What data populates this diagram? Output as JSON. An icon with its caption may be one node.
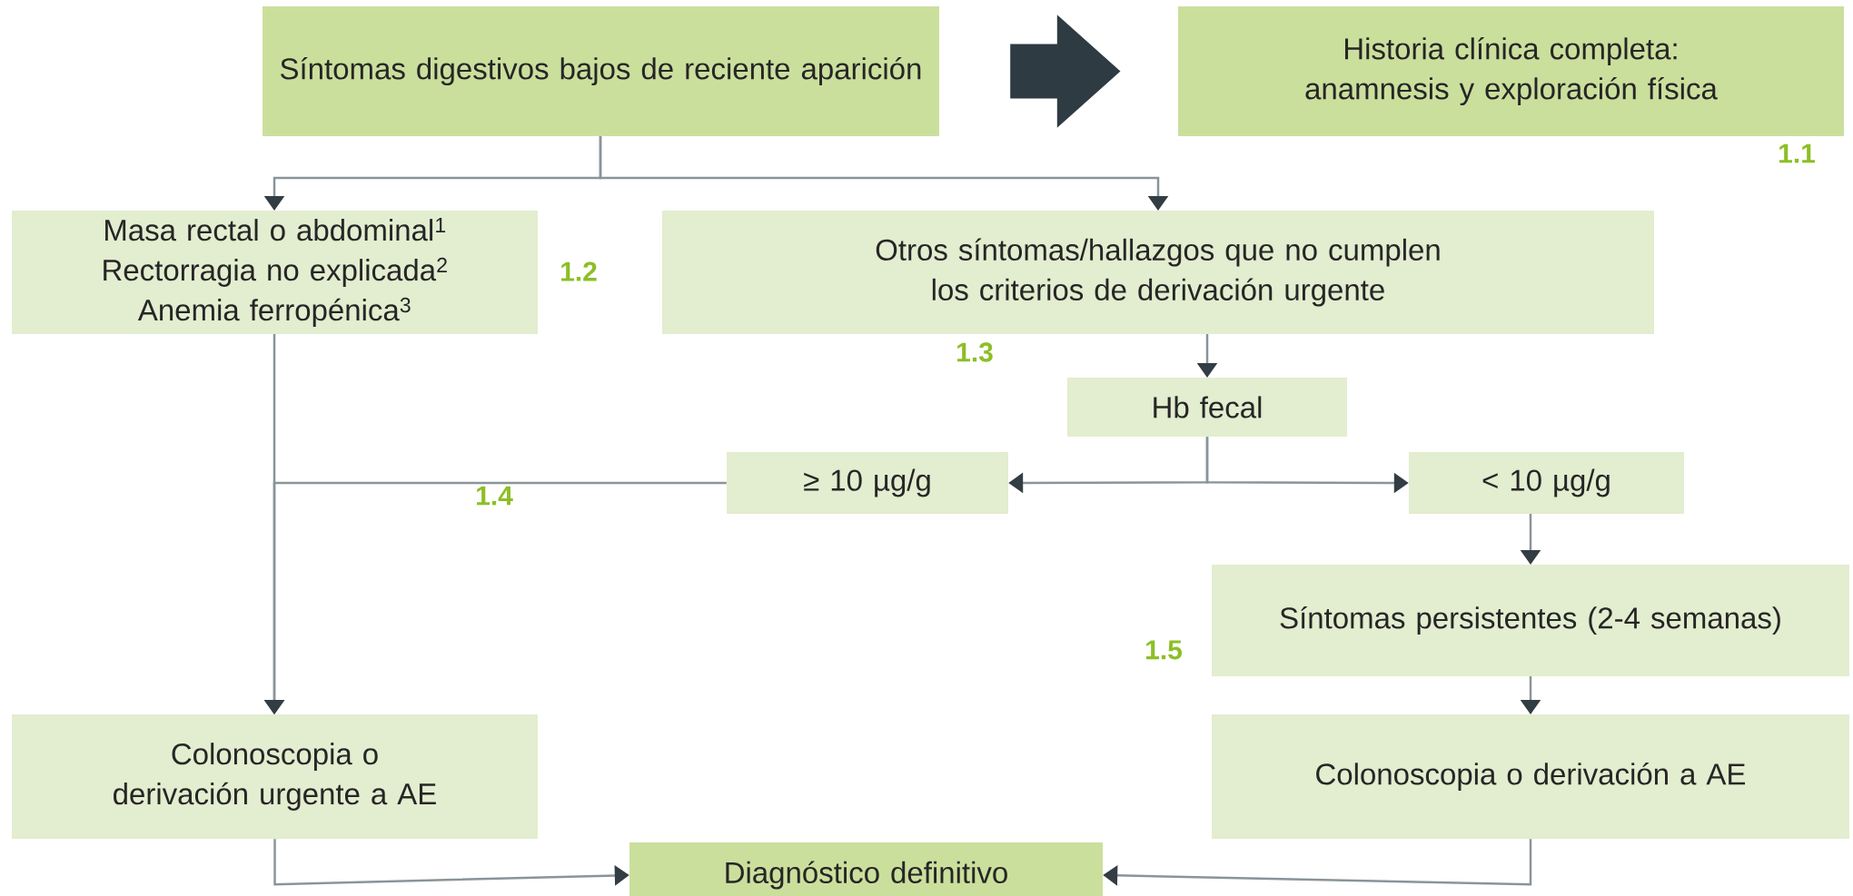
{
  "diagram": {
    "nodes": [
      {
        "text": [
          "Síntomas digestivos bajos de reciente aparición"
        ]
      },
      {
        "text": [
          "Historia clínica completa: anamnesis y exploración física"
        ]
      },
      {
        "text": [
          "Masa rectal o abdominal$^{1}$ Rectorragia no explicada$^{2}$ Anemia ferropénica$^{3}$"
        ]
      },
      {
        "text": [
          "Otros síntomas/hallazgos que no cumplen los criterios de derivación urgente"
        ]
      },
      {
        "text": [
          "Hb fecal"
        ]
      },
      {
        "text": [
          "≥ 10 µg/g"
        ]
      },
      {
        "text": [
          "< 10 µg/g"
        ]
      },
      {
        "text": [
          "Síntomas persistentes (2-4 semanas)"
        ]
      },
      {
        "text": [
          "Colonoscopia o derivación urgente a AE"
        ]
      },
      {
        "text": [
          "Colonoscopia o derivación a AE"
        ]
      },
      {
        "text": [
          "Diagnóstico definitivo"
        ]
      }
    ],
    "edges": [
      {
        "from": 0,
        "to": 1,
        "arrow": "to",
        "style": "thick",
        "color": "#2f3b42"
      },
      {
        "from": 0,
        "to": 2,
        "arrow": "to"
      },
      {
        "from": 0,
        "to": 3,
        "arrow": "to"
      },
      {
        "from": 3,
        "to": 4,
        "arrow": "to"
      },
      {
        "from": 4,
        "to": 5,
        "arrow": "to"
      },
      {
        "from": 4,
        "to": 6,
        "arrow": "to"
      },
      {
        "from": 2,
        "to": 8,
        "arrow": "to"
      },
      {
        "from": 5,
        "to": 8,
        "arrow": "to"
      },
      {
        "from": 6,
        "to": 7,
        "arrow": "to"
      },
      {
        "from": 7,
        "to": 9,
        "arrow": "to"
      },
      {
        "from": 8,
        "to": 10,
        "arrow": "to"
      },
      {
        "from": 9,
        "to": 10,
        "arrow": "to"
      }
    ],
    "labels": [
      "1.1",
      "1.2",
      "1.3",
      "1.4",
      "1.5"
    ]
  }
}
